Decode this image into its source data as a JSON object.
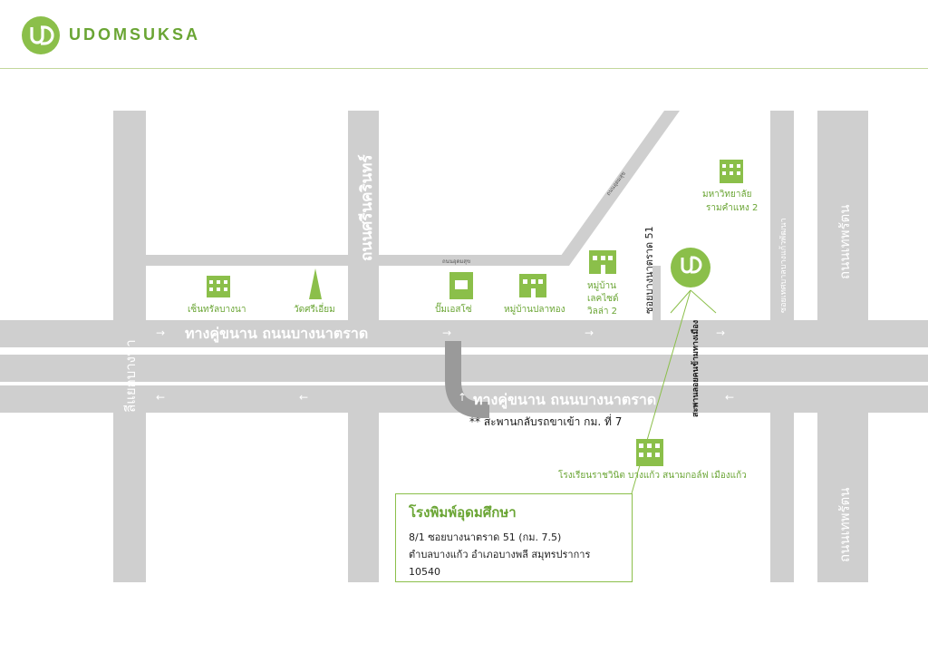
{
  "brand": {
    "name": "UDOMSUKSA",
    "logo_letters": "UD",
    "color": "#6aa534"
  },
  "roads": {
    "srinakarin": "ถนนศรีนครินทร์",
    "lat_krabang": "ลีแยกบางนา",
    "parallel_north": "ทางคู่ขนาน ถนนบางนาตราด",
    "parallel_south": "ทางคู่ขนาน ถนนบางนาตราด",
    "soi_51": "ซอยบางนาตราด 51",
    "udom_suk_small": "ถนนอุดมสุข",
    "diagonal_small": "ถนนอุดมสุข",
    "right_small": "ซอยเทศบาลบางแก้วพัฒนา",
    "right_upper": "ถนนเทพรัตน",
    "right_lower": "ถนนเทพรัตน",
    "bridge": "สะพานลอยคนข้ามทางเมือง"
  },
  "u_turn_note": "** สะพานกลับรถขาเข้า กม. ที่ 7",
  "landmarks": {
    "central": "เซ็นทรัลบางนา",
    "wat": "วัดศรีเอี่ยม",
    "ptt": "ปั๊มเอสโซ่",
    "village_pla": "หมู่บ้านปลาทอง",
    "lakeside_1": "หมู่บ้าน",
    "lakeside_2": "เลคไซด์",
    "lakeside_3": "วิลล่า 2",
    "university_1": "มหาวิทยาลัย",
    "university_2": "รามคำแหง 2",
    "school": "โรงเรียนราชวินิต บางแก้ว สนามกอล์ฟ เมืองแก้ว"
  },
  "address": {
    "title": "โรงพิมพ์อุดมศึกษา",
    "line1": "8/1 ซอยบางนาตราด 51 (กม. 7.5)",
    "line2": "ตำบลบางแก้ว อำเภอบางพลี สมุทรปราการ",
    "line3": "10540"
  },
  "colors": {
    "road": "#cfcfcf",
    "accent": "#8bbf4a",
    "building": "#8bbf4a",
    "text": "#1a1a1a",
    "arrow": "#ffffff"
  }
}
